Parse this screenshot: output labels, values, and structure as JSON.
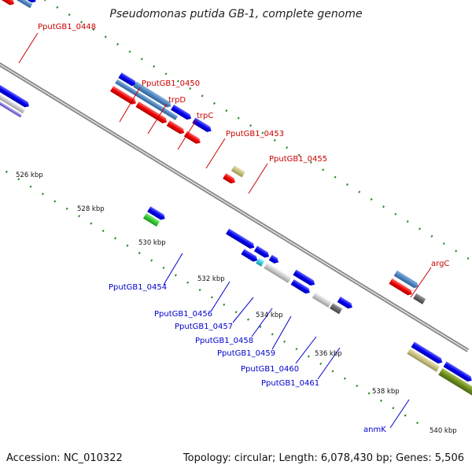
{
  "title": "Pseudomonas putida GB-1, complete genome",
  "footer": {
    "accession": "Accession: NC_010322",
    "topology": "Topology: circular; Length: 6,078,430 bp; Genes: 5,506"
  },
  "colors": {
    "background": "#ffffff",
    "backbone": "#8c8c8c",
    "dots": "#2e8b2e",
    "forward_cds": "#0000ee",
    "reverse_cds": "#ee0000",
    "steelblue_band": "#4f86c0",
    "red_label": "#cc0000",
    "blue_label": "#0000cc",
    "green_gene": "#33cc33",
    "khaki_gene": "#c8c080",
    "gray_gene": "#666666",
    "light_gray_gene": "#c8c8c8",
    "cyan_gene": "#33ccdd",
    "olive_band": "#6f8f1f",
    "purple_band": "#6655cc"
  },
  "kbp_labels": [
    "526 kbp",
    "528 kbp",
    "530 kbp",
    "532 kbp",
    "534 kbp",
    "536 kbp",
    "538 kbp",
    "540 kbp"
  ],
  "gene_labels_top": [
    "PputGB1_0448",
    "PputGB1_0450",
    "trpD",
    "trpC",
    "PputGB1_0453",
    "PputGB1_0455",
    "argC"
  ],
  "gene_labels_bottom": [
    "PputGB1_0454",
    "PputGB1_0456",
    "PputGB1_0457",
    "PputGB1_0458",
    "PputGB1_0459",
    "PputGB1_0460",
    "PputGB1_0461",
    "anmK"
  ]
}
